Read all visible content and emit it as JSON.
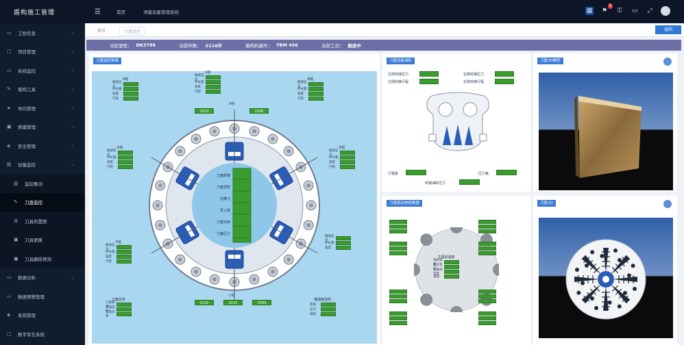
{
  "app": {
    "title": "盾构施工管理"
  },
  "topbar": {
    "links": [
      "首页",
      "测量设备管理系统"
    ],
    "icons": [
      "grid-icon",
      "bell-icon",
      "lock-icon",
      "window-icon",
      "fullscreen-icon"
    ],
    "badge": "5"
  },
  "sidebar": {
    "items": [
      {
        "label": "工程信息",
        "icon": "monitor-icon",
        "chev": true
      },
      {
        "label": "项目管理",
        "icon": "folder-icon",
        "chev": true
      },
      {
        "label": "系统监控",
        "icon": "monitor-icon",
        "chev": true
      },
      {
        "label": "盾构工具",
        "icon": "tool-icon",
        "chev": true
      },
      {
        "label": "导向管理",
        "icon": "send-icon",
        "chev": true
      },
      {
        "label": "质量管理",
        "icon": "box-icon",
        "chev": true
      },
      {
        "label": "安全管理",
        "icon": "shield-icon",
        "chev": true
      },
      {
        "label": "设备监控",
        "icon": "chart-icon",
        "chev": true
      },
      {
        "label": "监控概况",
        "icon": "chart-icon",
        "chev": false,
        "sub": true
      },
      {
        "label": "刀盘监控",
        "icon": "pen-icon",
        "chev": false,
        "sub": true,
        "active": true
      },
      {
        "label": "刀具布置图",
        "icon": "gear-icon",
        "chev": false,
        "sub": true
      },
      {
        "label": "刀具更换",
        "icon": "box-icon",
        "chev": false,
        "sub": true
      },
      {
        "label": "刀具磨损预测",
        "icon": "box-icon",
        "chev": false,
        "sub": true
      },
      {
        "label": "数据分析",
        "icon": "monitor-icon",
        "chev": true
      },
      {
        "label": "数据预警管理",
        "icon": "monitor-icon",
        "chev": false
      },
      {
        "label": "系统管理",
        "icon": "shield-icon",
        "chev": false
      },
      {
        "label": "数字孪生系统",
        "icon": "folder-icon",
        "chev": false
      }
    ]
  },
  "tabs": {
    "home": "首页",
    "current": "刀盘监控",
    "back_label": "返回"
  },
  "infobar": {
    "items": [
      {
        "label": "当前里程：",
        "value": "DK3796"
      },
      {
        "label": "当前环数：",
        "value": "2116环"
      },
      {
        "label": "盾构机编号：",
        "value": "TBM 456"
      },
      {
        "label": "当前工况：",
        "value": "掘进中"
      }
    ]
  },
  "panels": {
    "main_title": "刀盘监控画面",
    "mid_top_title": "刀盘铰接油缸",
    "mid_bot_title": "刀盘驱动电机数据",
    "right_top_title": "刀盘3D模型",
    "right_bot_title": "刀盘3D"
  },
  "main": {
    "sections": [
      {
        "title": "A组",
        "labels": [
          "推进压力",
          "伸长量",
          "速度",
          "行程"
        ]
      },
      {
        "title": "B组",
        "labels": [
          "推进压力",
          "伸长量",
          "速度",
          "行程"
        ]
      },
      {
        "title": "C组",
        "labels": [
          "推进压力",
          "伸长量",
          "速度",
          "行程"
        ]
      },
      {
        "title": "D组",
        "labels": [
          "推进压力",
          "伸长量",
          "速度",
          "行程"
        ]
      },
      {
        "title": "E组",
        "labels": [
          "推进压力",
          "伸长量",
          "速度",
          "行程"
        ]
      },
      {
        "title": "F组",
        "labels": [
          "推进压力",
          "伸长量",
          "速度",
          "行程"
        ]
      }
    ],
    "top_label": "A组",
    "top_values": [
      "3214",
      "2568"
    ],
    "bottom_label": "C组",
    "bottom_values": [
      "3216",
      "3215",
      "2569"
    ],
    "center_labels": [
      "刀盘转速",
      "刀盘扭矩",
      "总推力",
      "贯入度",
      "刀盘功率",
      "刀盘压力"
    ],
    "bottom_section": "刀盘信息",
    "bottom_rows": [
      "刀盘转速",
      "刀盘扭矩",
      "刀盘功率"
    ],
    "bottom_right_section": "螺旋输送机",
    "bottom_right_rows": [
      "转速",
      "压力",
      "扭矩"
    ]
  },
  "mid_top": {
    "rows": [
      "左侧铰接压力",
      "左侧铰接行程",
      "右侧铰接压力",
      "右侧铰接行程"
    ],
    "bottom_left": "行程差",
    "bottom_right": "压力差",
    "bottom_center": "铰接油缸压力"
  },
  "mid_bot": {
    "center_title": "主驱动温度",
    "center_rows": [
      "电机温度",
      "齿轮温度",
      "主轴承温度",
      "油温"
    ]
  },
  "colors": {
    "accent": "#3b7bd5",
    "value_green": "#3a9b2e",
    "info_bar": "#6b6fa6",
    "sidebar": "#111c2e",
    "blue_cutter": "#2a5db8"
  }
}
